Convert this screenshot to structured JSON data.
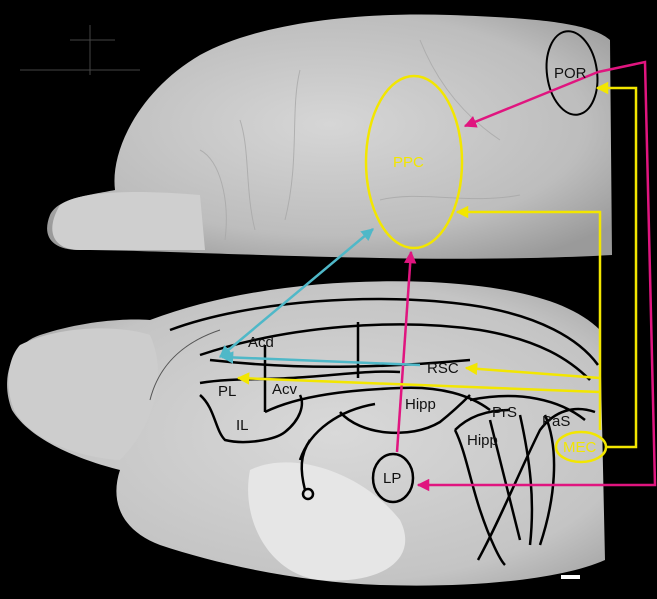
{
  "figure": {
    "labels": {
      "ppc": "PPC",
      "por": "POR",
      "acd": "Acd",
      "rsc": "RSC",
      "pl": "PL",
      "acv": "Acv",
      "il": "IL",
      "hipp_upper": "Hipp",
      "hipp_lower": "Hipp",
      "prs": "PrS",
      "pas": "PaS",
      "mec": "MEC",
      "lp": "LP"
    },
    "colors": {
      "background": "#000000",
      "tissue": "#c9c9c9",
      "outline": "#000000",
      "magenta_arrow": "#e0157f",
      "yellow_arrow": "#f2e600",
      "cyan_arrow": "#4fb8c8",
      "scale_bar": "#ffffff"
    }
  }
}
